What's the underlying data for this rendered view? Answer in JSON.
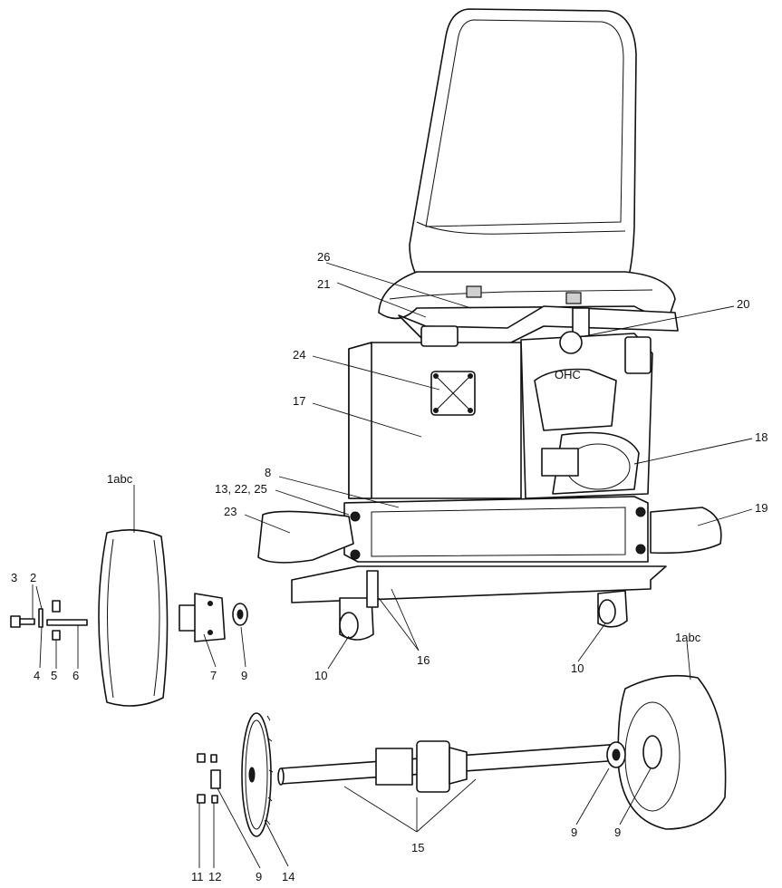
{
  "diagram": {
    "callouts": {
      "c1abc_top": "1abc",
      "c1abc_right": "1abc",
      "c2": "2",
      "c3": "3",
      "c4": "4",
      "c5": "5",
      "c6": "6",
      "c7": "7",
      "c8": "8",
      "c9_a": "9",
      "c9_b": "9",
      "c9_c": "9",
      "c9_d": "9",
      "c10_left": "10",
      "c10_right": "10",
      "c11": "11",
      "c12": "12",
      "c13_22_25": "13, 22, 25",
      "c14": "14",
      "c15": "15",
      "c16": "16",
      "c17": "17",
      "c18": "18",
      "c19": "19",
      "c20": "20",
      "c21": "21",
      "c23": "23",
      "c24": "24",
      "c26": "26"
    },
    "engine_brand_text": "OHC",
    "colors": {
      "line": "#111111",
      "background": "#ffffff",
      "shade": "#cfcfcf"
    }
  }
}
